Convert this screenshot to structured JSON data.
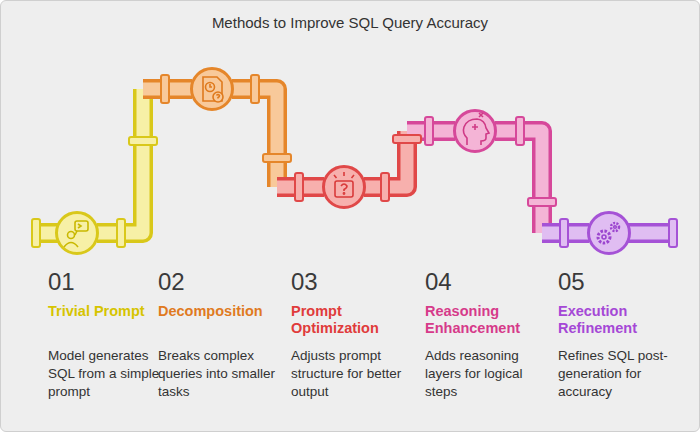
{
  "diagram": {
    "title": "Methods to Improve SQL Query Accuracy",
    "nodes": [
      {
        "text": [
          "01",
          "Trivial Prompt",
          "Model generates SQL from a simple prompt"
        ]
      },
      {
        "text": [
          "02",
          "Decomposition",
          "Breaks complex queries into smaller tasks"
        ]
      },
      {
        "text": [
          "03",
          "Prompt Optimization",
          "Adjusts prompt structure for better output"
        ]
      },
      {
        "text": [
          "04",
          "Reasoning Enhancement",
          "Adds reasoning layers for logical steps"
        ]
      },
      {
        "text": [
          "05",
          "Execution Refinement",
          "Refines SQL post-generation for accuracy"
        ]
      }
    ],
    "edges": [
      {
        "from": 0,
        "to": 1,
        "arrow": "none"
      },
      {
        "from": 1,
        "to": 2,
        "arrow": "none"
      },
      {
        "from": 2,
        "to": 3,
        "arrow": "none"
      },
      {
        "from": 3,
        "to": 4,
        "arrow": "none"
      }
    ]
  }
}
